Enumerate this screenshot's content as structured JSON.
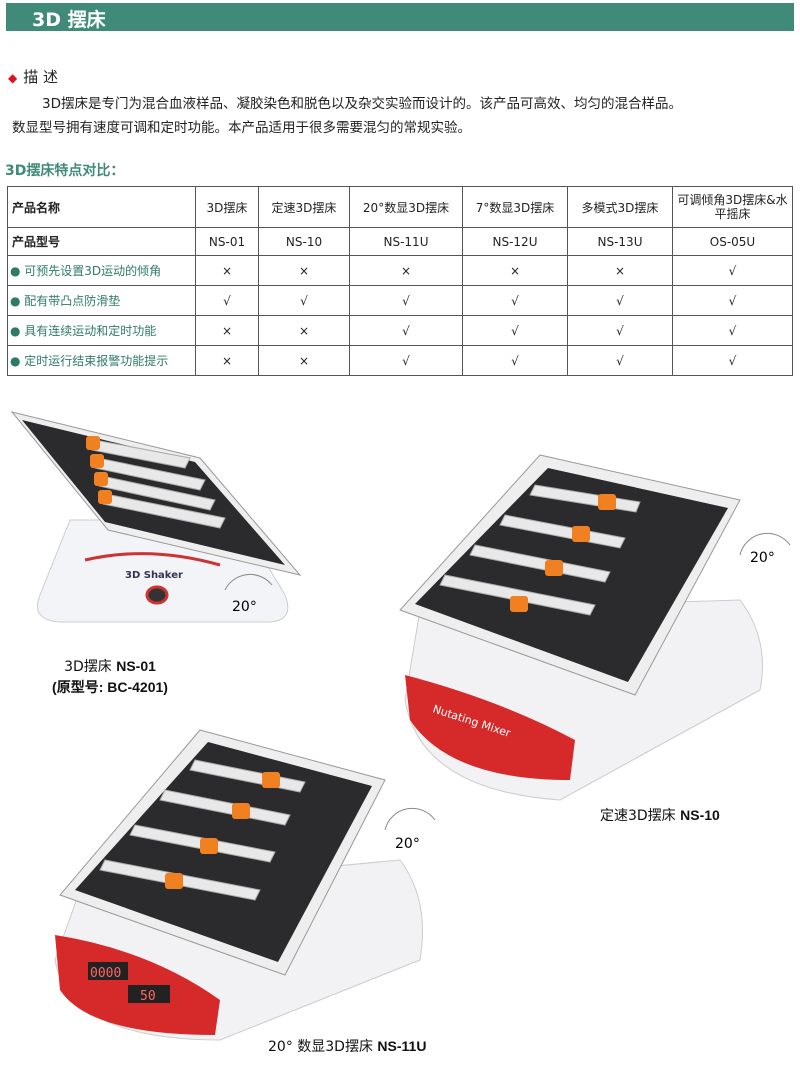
{
  "header": {
    "title": "3D 摆床"
  },
  "description": {
    "heading": "描 述",
    "paragraph1": "3D摆床是专门为混合血液样品、凝胶染色和脱色以及杂交实验而设计的。该产品可高效、均匀的混合样品。",
    "paragraph2": "数显型号拥有速度可调和定时功能。本产品适用于很多需要混匀的常规实验。"
  },
  "comparison": {
    "title": "3D摆床特点对比：",
    "name_label": "产品名称",
    "model_label": "产品型号",
    "products": [
      {
        "name": "3D摆床",
        "model": "NS-01"
      },
      {
        "name": "定速3D摆床",
        "model": "NS-10"
      },
      {
        "name": "20°数显3D摆床",
        "model": "NS-11U"
      },
      {
        "name": "7°数显3D摆床",
        "model": "NS-12U"
      },
      {
        "name": "多模式3D摆床",
        "model": "NS-13U"
      },
      {
        "name": "可调倾角3D摆床&水平摇床",
        "model": "OS-05U"
      }
    ],
    "features": [
      {
        "label": "● 可预先设置3D运动的倾角",
        "values": [
          "×",
          "×",
          "×",
          "×",
          "×",
          "√"
        ]
      },
      {
        "label": "● 配有带凸点防滑垫",
        "values": [
          "√",
          "√",
          "√",
          "√",
          "√",
          "√"
        ]
      },
      {
        "label": "● 具有连续运动和定时功能",
        "values": [
          "×",
          "×",
          "√",
          "√",
          "√",
          "√"
        ]
      },
      {
        "label": "● 定时运行结束报警功能提示",
        "values": [
          "×",
          "×",
          "√",
          "√",
          "√",
          "√"
        ]
      }
    ]
  },
  "products_shown": [
    {
      "caption_name": "3D摆床",
      "caption_model": "NS-01",
      "caption_note": "(原型号: ",
      "caption_note_model": "BC-4201)",
      "angle": "20°",
      "device_label": "3D Shaker"
    },
    {
      "caption_name": "定速3D摆床",
      "caption_model": "NS-10",
      "angle": "20°",
      "device_label": "Nutating Mixer"
    },
    {
      "caption_name": "20° 数显3D摆床",
      "caption_model": "NS-11U",
      "angle": "20°",
      "display_left": "0000",
      "display_right": "50"
    }
  ],
  "colors": {
    "brand_green": "#3f8a78",
    "accent_red": "#d8141e"
  }
}
